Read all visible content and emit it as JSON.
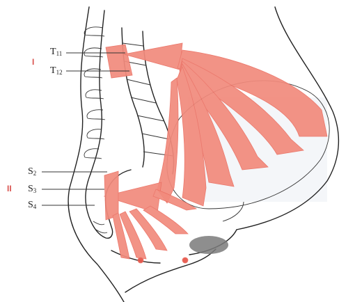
{
  "labels": {
    "roman_upper": "I",
    "roman_lower": "II",
    "t11": {
      "letter": "T",
      "sub": "11"
    },
    "t12": {
      "letter": "T",
      "sub": "12"
    },
    "s2": {
      "letter": "S",
      "sub": "2"
    },
    "s3": {
      "letter": "S",
      "sub": "3"
    },
    "s4": {
      "letter": "S",
      "sub": "4"
    }
  },
  "colors": {
    "arrow": "#f28b7d",
    "arrow_edge": "#ea6f62",
    "line": "#222222",
    "roman": "#d9534f",
    "shadow": "#7a7a7a",
    "wash": "#f4f6f9"
  },
  "icons": {
    "upper": "fan-arrows-upper-icon",
    "lower": "fan-arrows-lower-icon"
  }
}
